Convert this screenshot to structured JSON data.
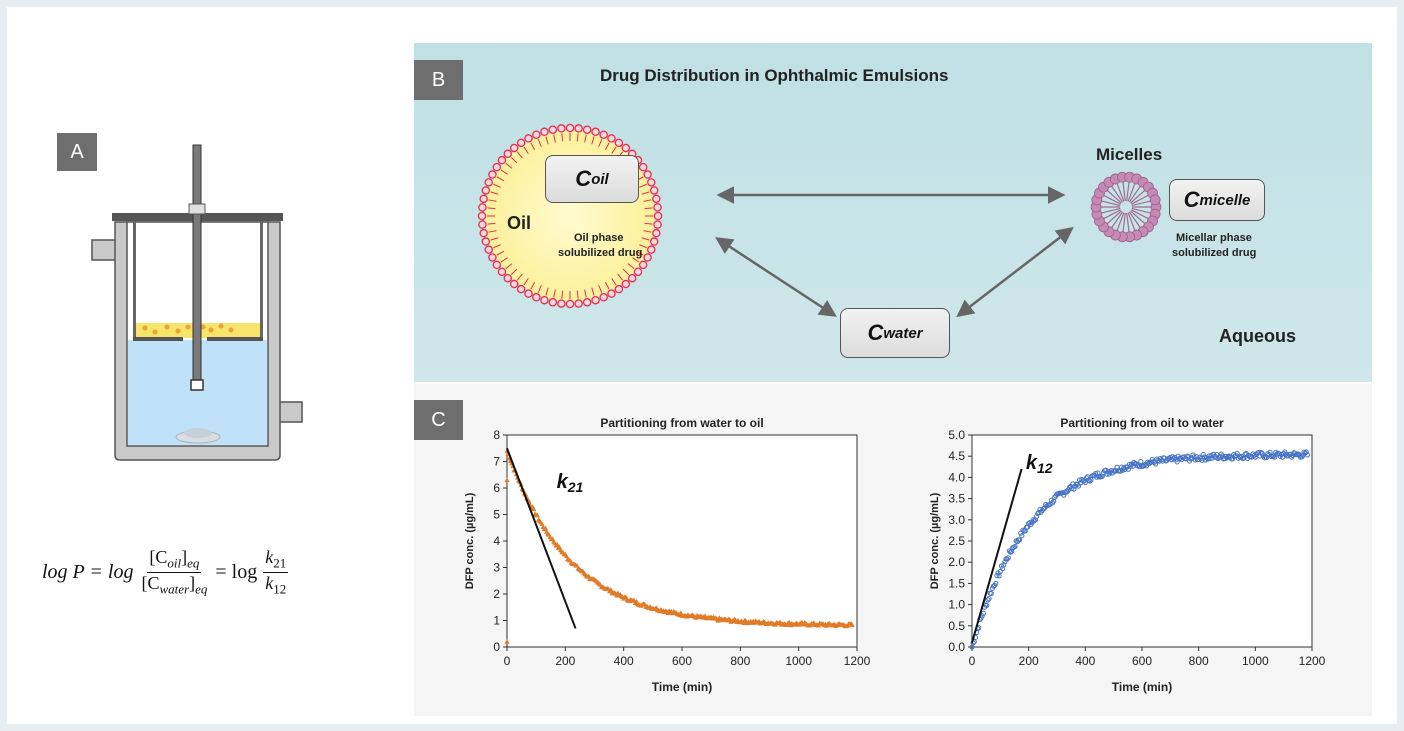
{
  "panels": {
    "a_label": "A",
    "b_label": "B",
    "c_label": "C"
  },
  "panel_b": {
    "title": "Drug Distribution in Ophthalmic Emulsions",
    "oil_label": "Oil",
    "oil_box": {
      "main": "C",
      "sub": "oil"
    },
    "oil_caption_1": "Oil phase",
    "oil_caption_2": "solubilized drug",
    "micelles_label": "Micelles",
    "micelle_box": {
      "main": "C",
      "sub": "micelle"
    },
    "micelle_caption_1": "Micellar phase",
    "micelle_caption_2": "solubilized drug",
    "water_box": {
      "main": "C",
      "sub": "water"
    },
    "aqueous_label": "Aqueous"
  },
  "equation": {
    "lhs": "log P = log",
    "num1": "[C",
    "num1_sub": "oil",
    "num1_end": "]",
    "num1_eq": "eq",
    "den1": "[C",
    "den1_sub": "water",
    "den1_end": "]",
    "den1_eq": "eq",
    "mid": "= log",
    "num2": "k",
    "num2_sub": "21",
    "den2": "k",
    "den2_sub": "12"
  },
  "colors": {
    "panel_b_bg": "#c4e3e6",
    "oil_fill": "#fdf6a8",
    "oil_border": "#e03050",
    "micelle": "#c68ab5",
    "water_fill": "#bfe2f8",
    "vessel": "#c9c9c9",
    "left_series": "#e07b28",
    "right_series": "#4472c4"
  },
  "chart_data": [
    {
      "type": "scatter",
      "title": "Partitioning from water to oil",
      "xlabel": "Time (min)",
      "ylabel": "DFP conc. (µg/mL)",
      "xlim": [
        0,
        1200
      ],
      "ylim": [
        0,
        8
      ],
      "xticks": [
        "0",
        "200",
        "400",
        "600",
        "800",
        "1000",
        "1200"
      ],
      "yticks": [
        "0",
        "1",
        "2",
        "3",
        "4",
        "5",
        "6",
        "7",
        "8"
      ],
      "marker": "triangle",
      "color": "#e07b28",
      "model": {
        "form": "exp_decay",
        "y0": 7.4,
        "yinf": 0.8,
        "tau": 220
      },
      "points": [
        [
          0,
          7.4
        ],
        [
          20,
          6.8
        ],
        [
          40,
          6.3
        ],
        [
          60,
          5.8
        ],
        [
          80,
          5.3
        ],
        [
          100,
          4.9
        ],
        [
          150,
          4.2
        ],
        [
          200,
          3.6
        ],
        [
          250,
          3.1
        ],
        [
          300,
          2.7
        ],
        [
          350,
          2.4
        ],
        [
          400,
          2.1
        ],
        [
          450,
          1.9
        ],
        [
          500,
          1.7
        ],
        [
          550,
          1.55
        ],
        [
          600,
          1.4
        ],
        [
          650,
          1.3
        ],
        [
          700,
          1.2
        ],
        [
          750,
          1.1
        ],
        [
          800,
          1.05
        ],
        [
          850,
          1.0
        ],
        [
          900,
          0.95
        ],
        [
          950,
          0.9
        ],
        [
          1000,
          0.85
        ],
        [
          1050,
          0.8
        ],
        [
          1100,
          0.75
        ],
        [
          1150,
          0.7
        ],
        [
          1180,
          0.65
        ]
      ],
      "outliers": [
        [
          0,
          0.2
        ],
        [
          0,
          6.3
        ]
      ],
      "tangent": {
        "label": "k21",
        "label_main": "k",
        "label_sub": "21",
        "from": [
          0,
          7.5
        ],
        "to": [
          235,
          0.7
        ]
      }
    },
    {
      "type": "scatter",
      "title": "Partitioning from oil to water",
      "xlabel": "Time (min)",
      "ylabel": "DFP conc. (µg/mL)",
      "xlim": [
        0,
        1200
      ],
      "ylim": [
        0,
        5
      ],
      "xticks": [
        "0",
        "200",
        "400",
        "600",
        "800",
        "1000",
        "1200"
      ],
      "yticks": [
        "0.0",
        "0.5",
        "1.0",
        "1.5",
        "2.0",
        "2.5",
        "3.0",
        "3.5",
        "4.0",
        "4.5",
        "5.0"
      ],
      "marker": "circle",
      "color": "#4472c4",
      "model": {
        "form": "exp_rise",
        "y0": 0.0,
        "yinf": 4.55,
        "tau": 200
      },
      "points": [
        [
          0,
          0.0
        ],
        [
          25,
          0.5
        ],
        [
          50,
          1.0
        ],
        [
          75,
          1.4
        ],
        [
          100,
          1.8
        ],
        [
          150,
          2.4
        ],
        [
          200,
          2.8
        ],
        [
          250,
          3.2
        ],
        [
          300,
          3.5
        ],
        [
          350,
          3.7
        ],
        [
          400,
          3.9
        ],
        [
          450,
          4.0
        ],
        [
          500,
          4.1
        ],
        [
          550,
          4.2
        ],
        [
          600,
          4.25
        ],
        [
          650,
          4.3
        ],
        [
          700,
          4.35
        ],
        [
          750,
          4.4
        ],
        [
          800,
          4.45
        ],
        [
          900,
          4.5
        ],
        [
          1000,
          4.55
        ],
        [
          1050,
          4.6
        ],
        [
          1100,
          4.55
        ],
        [
          1180,
          4.5
        ]
      ],
      "tangent": {
        "label": "k12",
        "label_main": "k",
        "label_sub": "12",
        "from": [
          0,
          0.1
        ],
        "to": [
          175,
          4.2
        ]
      }
    }
  ]
}
